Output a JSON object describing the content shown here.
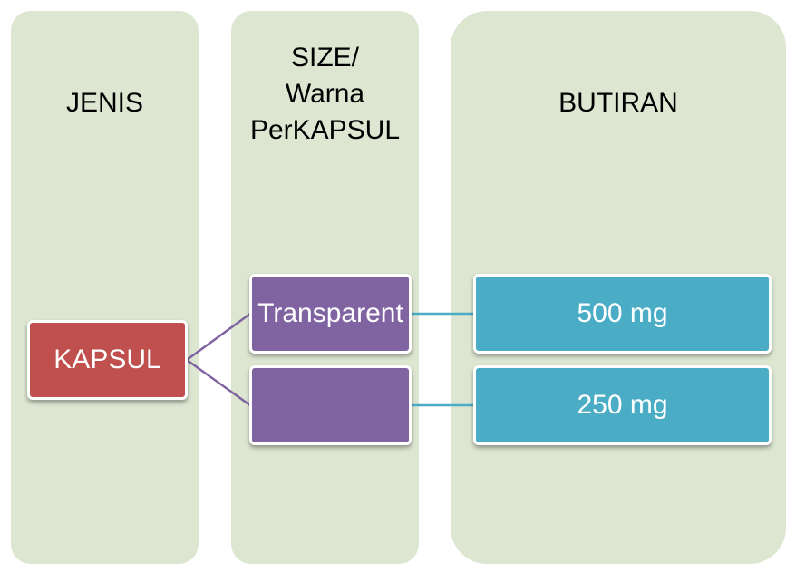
{
  "columns": [
    {
      "header": "JENIS"
    },
    {
      "header": "SIZE/\nWarna\nPerKAPSUL"
    },
    {
      "header": "BUTIRAN"
    }
  ],
  "nodes": {
    "root": "KAPSUL",
    "size_1": "Transparent",
    "size_2": "",
    "detail_1": "500 mg",
    "detail_2": "250 mg"
  },
  "colors": {
    "column_background": "#dce6d1",
    "root_node": "#c0504d",
    "size_node": "#8064a2",
    "detail_node": "#4bacc6",
    "purple_connector": "#8064a2",
    "blue_connector": "#4bacc6"
  }
}
